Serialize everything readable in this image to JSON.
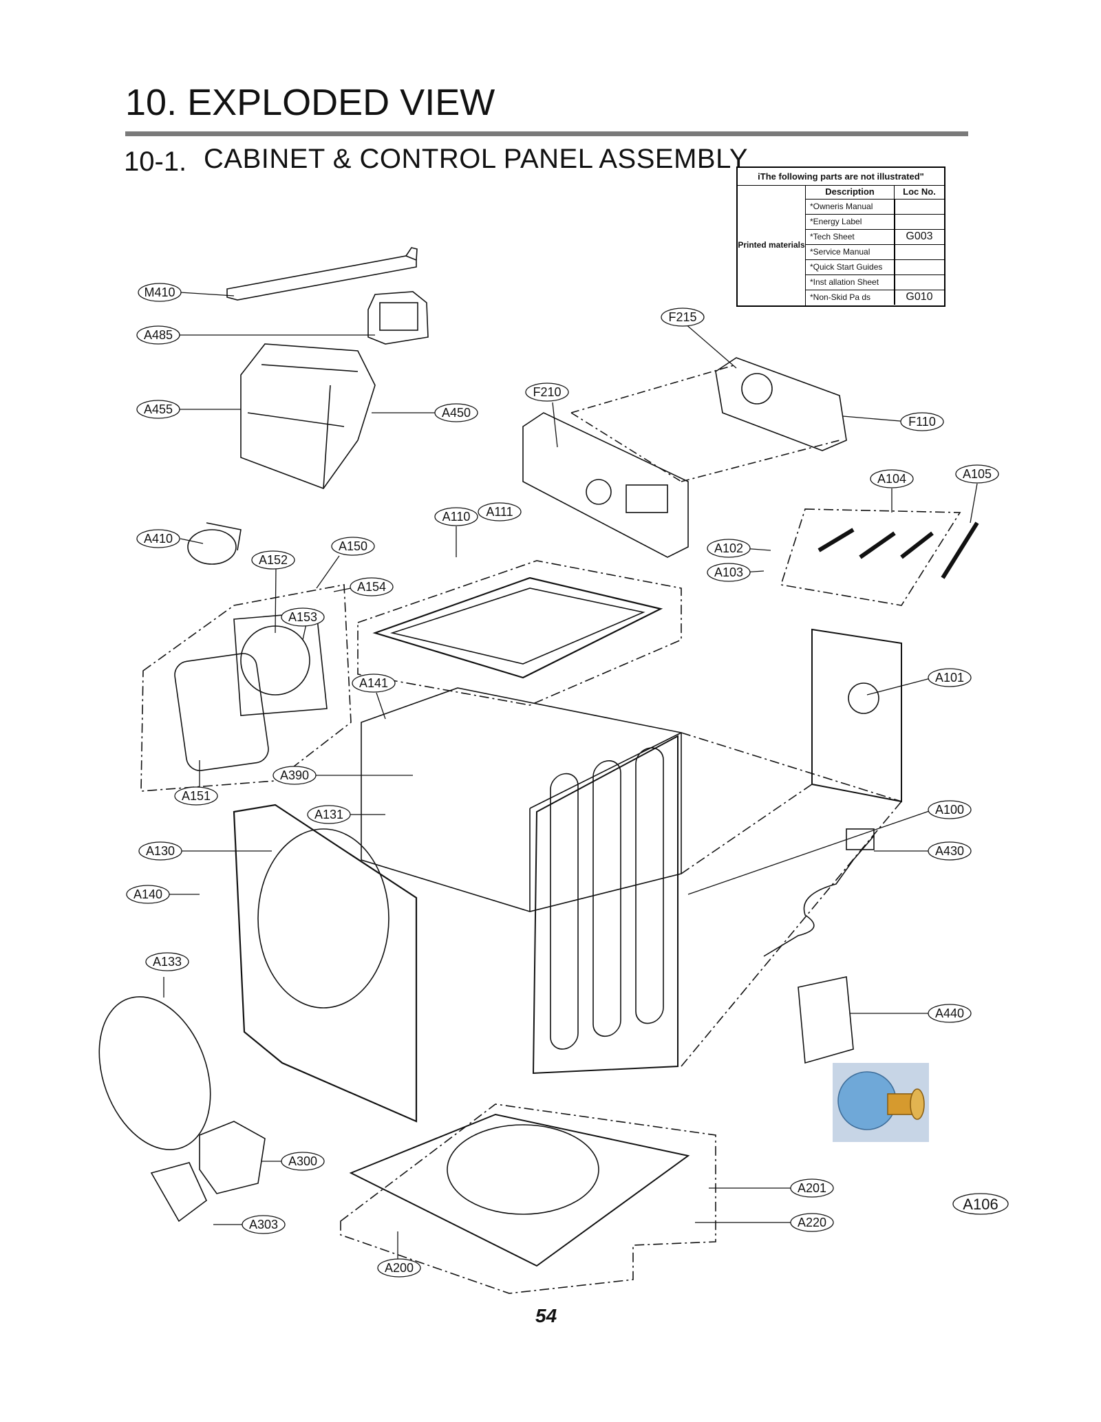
{
  "heading": "10. EXPLODED VIEW",
  "subheading_number": "10-1.",
  "subheading_text": "CABINET  & CONTROL PANEL ASSEMBLY",
  "not_illustrated": {
    "title": "iThe following parts are not illustrated\"",
    "group_label": "Printed materials",
    "col_description": "Description",
    "col_loc": "Loc No.",
    "rows": [
      {
        "description": "*Owneris Manual",
        "loc": ""
      },
      {
        "description": "*Energy Label",
        "loc": ""
      },
      {
        "description": "*Tech Sheet",
        "loc": "G003"
      },
      {
        "description": "*Service Manual",
        "loc": ""
      },
      {
        "description": "*Quick Start Guides",
        "loc": ""
      },
      {
        "description": "*Inst allation Sheet",
        "loc": ""
      },
      {
        "description": "*Non-Skid Pa  ds",
        "loc": "G010"
      }
    ]
  },
  "part_labels": [
    "M410",
    "A485",
    "A455",
    "A450",
    "F215",
    "F210",
    "F110",
    "A104",
    "A105",
    "A110",
    "A111",
    "A410",
    "A150",
    "A152",
    "A154",
    "A153",
    "A102",
    "A103",
    "A101",
    "A141",
    "A390",
    "A151",
    "A131",
    "A100",
    "A130",
    "A430",
    "A140",
    "A133",
    "A440",
    "A300",
    "A201",
    "A106",
    "A220",
    "A303",
    "A200"
  ],
  "page_number": "54"
}
